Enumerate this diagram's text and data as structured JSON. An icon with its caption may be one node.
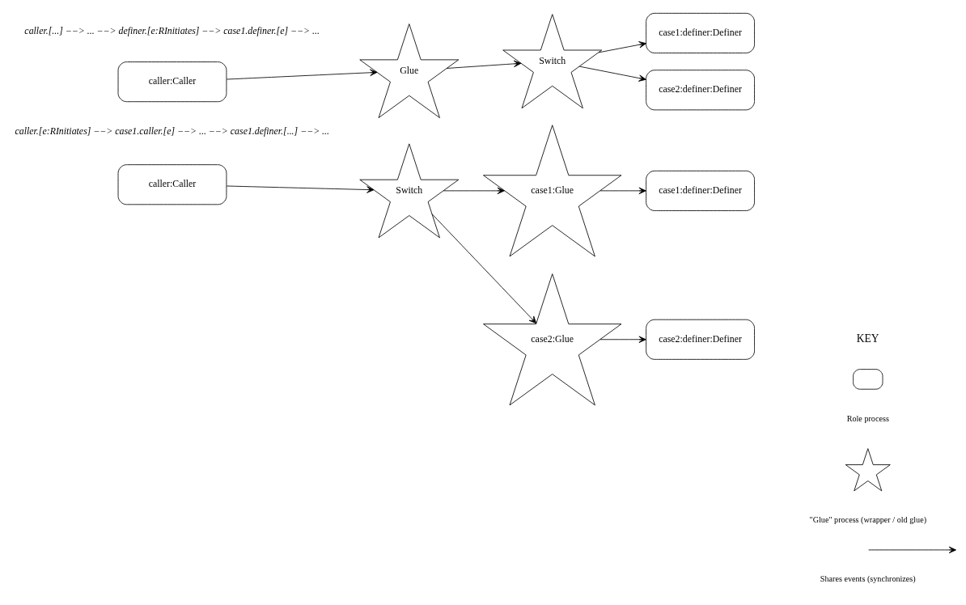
{
  "diagram": {
    "nodes": [
      {
        "text": [
          "caller:Caller"
        ]
      },
      {
        "text": [
          "Glue"
        ]
      },
      {
        "text": [
          "Switch"
        ]
      },
      {
        "text": [
          "case1:definer:Definer"
        ]
      },
      {
        "text": [
          "case2:definer:Definer"
        ]
      },
      {
        "text": [
          "caller:Caller"
        ]
      },
      {
        "text": [
          "Switch"
        ]
      },
      {
        "text": [
          "case1:Glue"
        ]
      },
      {
        "text": [
          "case2:Glue"
        ]
      },
      {
        "text": [
          "case1:definer:Definer"
        ]
      },
      {
        "text": [
          "case2:definer:Definer"
        ]
      },
      {
        "text": [],
        "shape": "box"
      },
      {
        "text": [],
        "shape": "cloud"
      }
    ],
    "edges": [
      {
        "from": 0,
        "to": 1,
        "arrow": "to"
      },
      {
        "from": 1,
        "to": 2,
        "arrow": "to"
      },
      {
        "from": 2,
        "to": 3,
        "arrow": "to"
      },
      {
        "from": 2,
        "to": 4,
        "arrow": "to"
      },
      {
        "from": 5,
        "to": 6,
        "arrow": "to"
      },
      {
        "from": 6,
        "to": 7,
        "arrow": "to"
      },
      {
        "from": 6,
        "to": 8,
        "arrow": "to"
      },
      {
        "from": 7,
        "to": 9,
        "arrow": "to"
      },
      {
        "from": 8,
        "to": 10,
        "arrow": "to"
      }
    ],
    "labels": [
      "caller.[...] −−> ... −−> definer.[e:RInitiates] −−> case1.definer.[e] −−> ...",
      "KEY",
      "caller.[e:RInitiates] −−> case1.caller.[e] −−> ... −−> case1.definer.[...] −−> ..."
    ],
    "legend": [
      {
        "text": "Role process"
      },
      {
        "text": "\"Glue\" process (wrapper / old glue)"
      },
      {
        "text": "Shares events (synchronizes)"
      }
    ]
  }
}
